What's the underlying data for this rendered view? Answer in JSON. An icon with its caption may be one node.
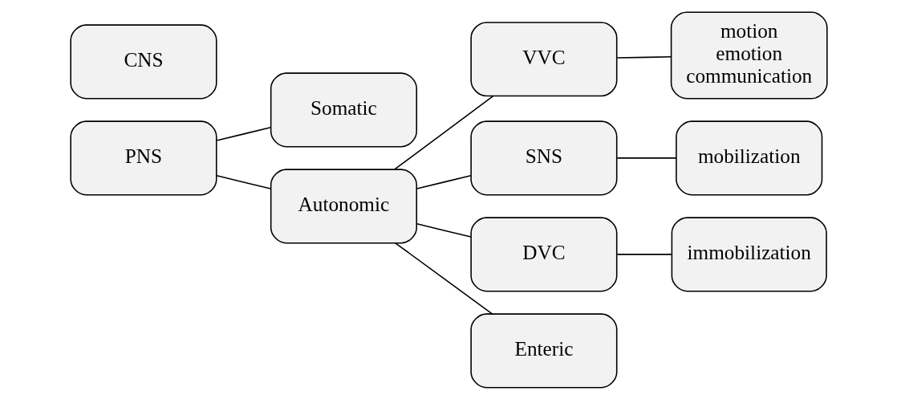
{
  "diagram": {
    "nodes": [
      {
        "text": [
          "CNS"
        ]
      },
      {
        "text": [
          "PNS"
        ]
      },
      {
        "text": [
          "Somatic"
        ]
      },
      {
        "text": [
          "Autonomic"
        ]
      },
      {
        "text": [
          "VVC"
        ]
      },
      {
        "text": [
          "SNS"
        ]
      },
      {
        "text": [
          "DVC"
        ]
      },
      {
        "text": [
          "Enteric"
        ]
      },
      {
        "text": [
          "motion emotion communication"
        ]
      },
      {
        "text": [
          "mobilization"
        ]
      },
      {
        "text": [
          "immobilization"
        ]
      }
    ],
    "edges": [
      {
        "from": 1,
        "to": 2,
        "arrow": "none"
      },
      {
        "from": 1,
        "to": 3,
        "arrow": "none"
      },
      {
        "from": 3,
        "to": 4,
        "arrow": "none"
      },
      {
        "from": 3,
        "to": 5,
        "arrow": "none"
      },
      {
        "from": 3,
        "to": 6,
        "arrow": "none"
      },
      {
        "from": 3,
        "to": 7,
        "arrow": "none"
      },
      {
        "from": 4,
        "to": 8,
        "arrow": "none"
      },
      {
        "from": 5,
        "to": 9,
        "arrow": "none"
      },
      {
        "from": 6,
        "to": 10,
        "arrow": "none"
      }
    ]
  }
}
